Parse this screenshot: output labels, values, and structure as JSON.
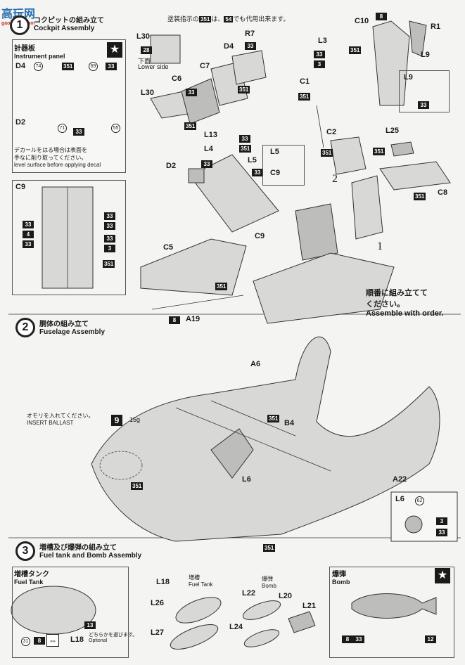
{
  "header": {
    "watermark": "高玩网",
    "watermark_sub": "gao-shua.com",
    "paint_note": {
      "prefix": "塗装指示の",
      "code1": "351",
      "middle": "は、",
      "code2": "54",
      "suffix": "でも代用出来ます。"
    }
  },
  "step1": {
    "title_jp": "コクピットの組み立て",
    "title_en": "Cockpit Assembly"
  },
  "instrument_panel": {
    "title_jp": "計器板",
    "title_en": "Instrument panel",
    "d4": "D4",
    "d2": "D2",
    "decal_74": "74",
    "decal_69": "69",
    "decal_71": "71",
    "decal_55": "55",
    "paint_351": "351",
    "paint_33": "33",
    "note_jp_1": "デカールをはる場合は表面を",
    "note_jp_2": "手なに削り取ってください。",
    "note_en": "level surface before applying decal"
  },
  "c9_panel": {
    "label": "C9",
    "p33": "33",
    "p4": "4",
    "p3": "3",
    "p351": "351"
  },
  "cockpit_parts": {
    "l30": "L30",
    "l30_28": "28",
    "lower_side_jp": "下面",
    "lower_side_en": "Lower side",
    "c6": "C6",
    "c7": "C7",
    "d4": "D4",
    "r7": "R7",
    "l3": "L3",
    "c1": "C1",
    "c10": "C10",
    "r1": "R1",
    "l9": "L9",
    "l13": "L13",
    "l4": "L4",
    "l5": "L5",
    "c9": "C9",
    "d2": "D2",
    "c2": "C2",
    "l25": "L25",
    "c8": "C8",
    "c5": "C5",
    "a19": "A19",
    "seq1": "1",
    "seq2": "2",
    "order_jp_1": "順番に組み立てて",
    "order_jp_2": "ください。",
    "order_en": "Assemble with order.",
    "p351": "351",
    "p33": "33",
    "p8": "8",
    "p3": "3"
  },
  "step2": {
    "num": "2",
    "title_jp": "胴体の組み立て",
    "title_en": "Fuselage Assembly",
    "a6": "A6",
    "b4": "B4",
    "l6": "L6",
    "a22": "A22",
    "ballast_jp": "オモリを入れてください。",
    "ballast_en": "INSERT BALLAST",
    "ballast_num": "9",
    "ballast_weight": "15g",
    "l6_detail": "L6",
    "d62": "62",
    "p3": "3",
    "p33": "33",
    "p351": "351"
  },
  "step3": {
    "num": "3",
    "title_jp": "増槽及び爆弾の組み立て",
    "title_en": "Fuel tank and Bomb Assembly",
    "fuel_tank_jp": "増槽タンク",
    "fuel_tank_en": "Fuel Tank",
    "bomb_jp": "爆弾",
    "bomb_en": "Bomb",
    "l18": "L18",
    "l26": "L26",
    "l27": "L27",
    "l22": "L22",
    "l20": "L20",
    "l21": "L21",
    "l24": "L24",
    "fuel_tank_small_jp": "増槽",
    "fuel_tank_small_en": "Fuel Tank",
    "bomb_small_jp": "爆弾",
    "bomb_small_en": "Bomb",
    "optional_jp": "どちらかを選びます。",
    "optional_en": "Optional",
    "d31": "31",
    "p13": "13",
    "p8": "8",
    "p33": "33",
    "p12": "12"
  }
}
